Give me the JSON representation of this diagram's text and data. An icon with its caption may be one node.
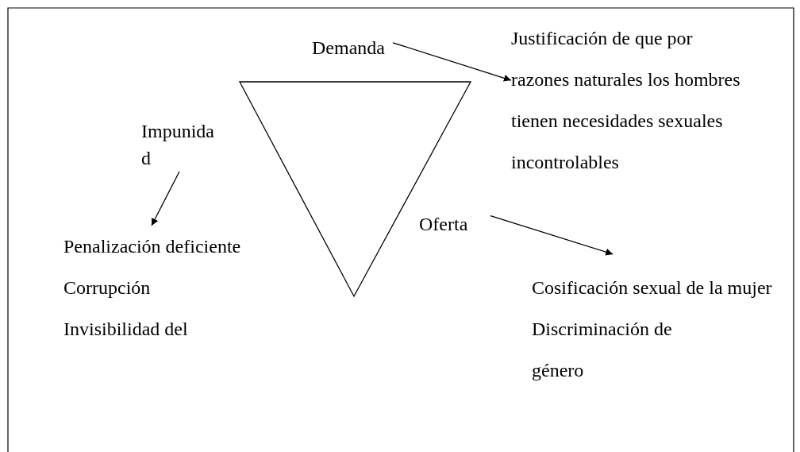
{
  "diagram": {
    "nodes": [
      {
        "text": [
          "Demanda"
        ]
      },
      {
        "text": [
          "Justificación de que por razones naturales los hombres tienen necesidades sexuales incontrolables"
        ]
      },
      {
        "text": [
          "Impunidad"
        ]
      },
      {
        "text": [
          "Penalización deficiente",
          "Corrupción",
          "Invisibilidad del"
        ]
      },
      {
        "text": [
          "Oferta"
        ]
      },
      {
        "text": [
          "Cosificación sexual de la mujer",
          "Discriminación de género"
        ]
      }
    ],
    "edges": [
      {
        "from": 0,
        "to": 1,
        "arrow": "to"
      },
      {
        "from": 2,
        "to": 3,
        "arrow": "to"
      },
      {
        "from": 4,
        "to": 5,
        "arrow": "to"
      }
    ]
  }
}
